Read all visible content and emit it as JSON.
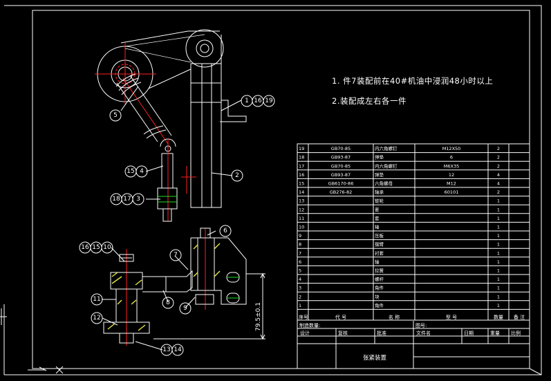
{
  "notes": [
    "1. 件7装配前在40#机油中浸润48小时以上",
    "2.装配成左右各一件"
  ],
  "balloons": {
    "b5": "5",
    "b1_16_19": [
      "1",
      "16",
      "19"
    ],
    "b15_4": [
      "15",
      "4"
    ],
    "b2": "2",
    "b18_17_3": [
      "18",
      "17",
      "3"
    ],
    "b6": "6",
    "b16_15_10": [
      "16",
      "15",
      "10"
    ],
    "b7": "7",
    "b11": "11",
    "b8": "8",
    "b9": "9",
    "b12": "12",
    "b13_14": [
      "13",
      "14"
    ]
  },
  "dimension": "79.5±0.1",
  "bom": {
    "rows": [
      {
        "no": "19",
        "code": "GB70-85",
        "name": "内六角螺钉",
        "spec": "M12X50",
        "qty": "2"
      },
      {
        "no": "18",
        "code": "GB93-87",
        "name": "弹垫",
        "spec": "6",
        "qty": "2"
      },
      {
        "no": "17",
        "code": "GB70-85",
        "name": "内六角螺钉",
        "spec": "M6X35",
        "qty": "2"
      },
      {
        "no": "16",
        "code": "GB93-87",
        "name": "弹垫",
        "spec": "12",
        "qty": "4"
      },
      {
        "no": "15",
        "code": "GB6170-86",
        "name": "六角螺母",
        "spec": "M12",
        "qty": "4"
      },
      {
        "no": "14",
        "code": "GB276-82",
        "name": "轴承",
        "spec": "60101",
        "qty": "2"
      },
      {
        "no": "13",
        "code": "",
        "name": "链轮",
        "spec": "",
        "qty": "1"
      },
      {
        "no": "12",
        "code": "",
        "name": "套",
        "spec": "",
        "qty": "1"
      },
      {
        "no": "11",
        "code": "",
        "name": "套",
        "spec": "",
        "qty": "1"
      },
      {
        "no": "10",
        "code": "",
        "name": "轴",
        "spec": "",
        "qty": "1"
      },
      {
        "no": "9",
        "code": "",
        "name": "压板",
        "spec": "",
        "qty": "1"
      },
      {
        "no": "8",
        "code": "",
        "name": "摆臂",
        "spec": "",
        "qty": "1"
      },
      {
        "no": "7",
        "code": "",
        "name": "衬套",
        "spec": "",
        "qty": "1"
      },
      {
        "no": "6",
        "code": "",
        "name": "轴",
        "spec": "",
        "qty": "1"
      },
      {
        "no": "5",
        "code": "",
        "name": "拉簧",
        "spec": "",
        "qty": "1"
      },
      {
        "no": "4",
        "code": "",
        "name": "螺杆",
        "spec": "",
        "qty": "1"
      },
      {
        "no": "3",
        "code": "",
        "name": "角件",
        "spec": "",
        "qty": "1"
      },
      {
        "no": "2",
        "code": "",
        "name": "块",
        "spec": "",
        "qty": "1"
      },
      {
        "no": "1",
        "code": "",
        "name": "角件",
        "spec": "",
        "qty": "1"
      }
    ],
    "header": {
      "no": "序号",
      "code": "代    号",
      "name": "名    称",
      "spec": "型    号",
      "qty": "数量",
      "note": "备 注"
    }
  },
  "title_block": {
    "made_qty": "制造数量:",
    "drawing_no": "图号:",
    "design": "设计",
    "check": "复核",
    "approve": "批准",
    "file_name": "文件名",
    "date": "日期",
    "weight": "重量",
    "scale": "比例",
    "title": "张紧装置"
  },
  "colors": {
    "line": "#ffffff",
    "center": "#ff2020",
    "accent": "#22dd22",
    "hatch": "#e8e84a"
  }
}
